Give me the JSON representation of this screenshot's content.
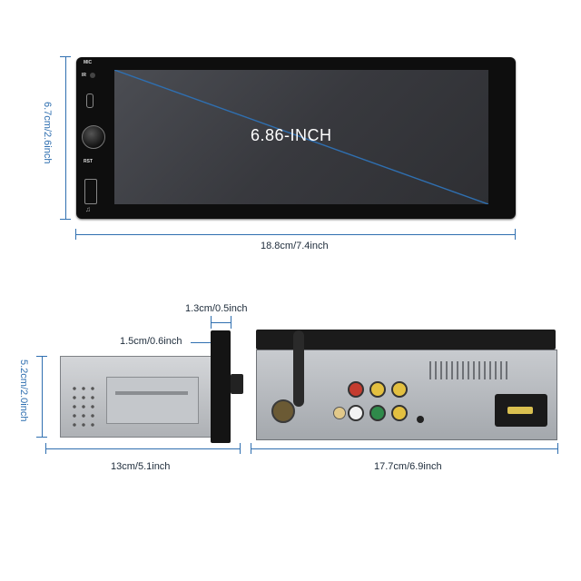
{
  "front": {
    "screen_label": "6.86-INCH",
    "width_label": "18.8cm/7.4inch",
    "height_label": "6.7cm/2.6inch",
    "panel_labels": {
      "mic": "MIC",
      "ir": "IR",
      "rst": "RST"
    }
  },
  "side": {
    "depth_label": "13cm/5.1inch",
    "height_label": "5.2cm/2.0inch",
    "faceplate_label": "1.3cm/0.5inch",
    "offset_label": "1.5cm/0.6inch"
  },
  "back": {
    "width_label": "17.7cm/6.9inch"
  },
  "colors": {
    "dimension_line": "#2f6fb0",
    "device_body": "#111111",
    "screen": "#3c3e44",
    "metal": "#b9bcc0"
  },
  "icons": [
    "usb-port-icon",
    "volume-knob-icon",
    "rca-connector-icon",
    "antenna-icon",
    "wiring-harness-icon"
  ]
}
